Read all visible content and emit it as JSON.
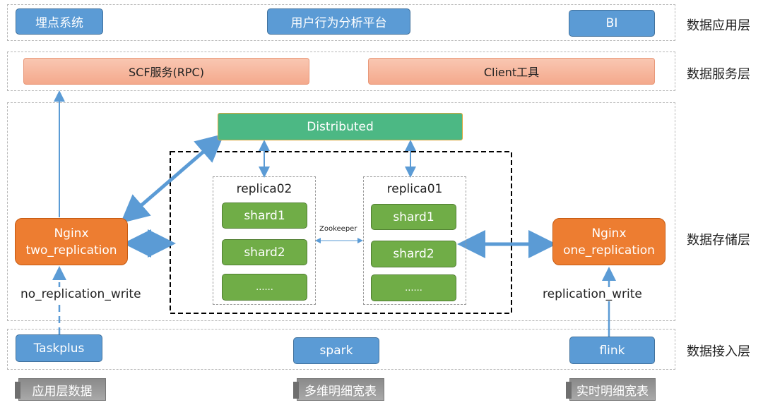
{
  "layers": {
    "application": "数据应用层",
    "service": "数据服务层",
    "storage": "数据存储层",
    "ingestion": "数据接入层"
  },
  "application": {
    "tracking_system": "埋点系统",
    "user_behavior_platform": "用户行为分析平台",
    "bi": "BI"
  },
  "service": {
    "scf": "SCF服务(RPC)",
    "client": "Client工具"
  },
  "storage": {
    "distributed": "Distributed",
    "nginx_left_line1": "Nginx",
    "nginx_left_line2": "two_replication",
    "nginx_right_line1": "Nginx",
    "nginx_right_line2": "one_replication",
    "replica02": {
      "title": "replica02",
      "shards": [
        "shard1",
        "shard2",
        "......"
      ]
    },
    "replica01": {
      "title": "replica01",
      "shards": [
        "shard1",
        "shard2",
        "......"
      ]
    },
    "zookeeper": "Zookeeper",
    "no_replication_write": "no_replication_write",
    "replication_write": "replication_write"
  },
  "ingestion": {
    "taskplus": "Taskplus",
    "spark": "spark",
    "flink": "flink"
  },
  "tags": {
    "app_layer_data": "应用层数据",
    "multi_dim_wide": "多维明细宽表",
    "realtime_wide": "实时明细宽表"
  },
  "colors": {
    "blue": "#5b9bd5",
    "salmon": "#f4a98c",
    "green": "#70ad47",
    "teal": "#4cb884",
    "orange": "#ed7d31",
    "gray_tag": "#9a9a9a"
  }
}
